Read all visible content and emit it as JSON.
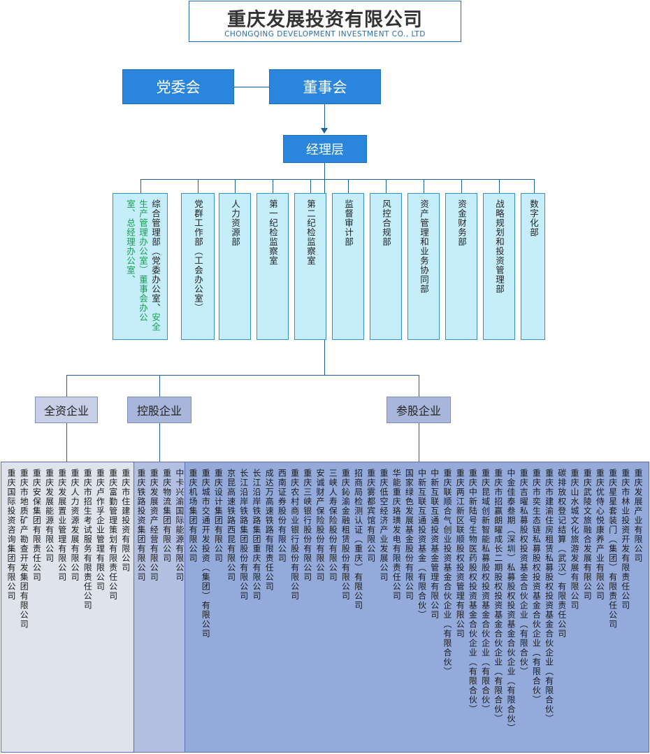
{
  "title": {
    "cn": "重庆发展投资有限公司",
    "en": "CHONGQING DEVELOPMENT INVESTMENT CO., LTD"
  },
  "leaders": {
    "party": "党委会",
    "board": "董事会",
    "mgmt": "经理层"
  },
  "departments": [
    {
      "main": "综合管理部（党委办公室、",
      "sub": "安全生产管理办公室）董事会办公室、总经理办公室、"
    },
    {
      "main": "党群工作部（工会办公室）",
      "sub": ""
    },
    {
      "main": "人力资源部",
      "sub": ""
    },
    {
      "main": "第一纪检监察室",
      "sub": ""
    },
    {
      "main": "第二纪检监察室",
      "sub": ""
    },
    {
      "main": "监督审计部",
      "sub": ""
    },
    {
      "main": "风控合规部",
      "sub": ""
    },
    {
      "main": "资产管理和业务协同部",
      "sub": ""
    },
    {
      "main": "资金财务部",
      "sub": ""
    },
    {
      "main": "战略规划和投资管理部",
      "sub": ""
    },
    {
      "main": "数字化部",
      "sub": ""
    }
  ],
  "categories": {
    "wholly": "全资企业",
    "holding": "控股企业",
    "shareholding": "参股企业"
  },
  "wholly_owned": [
    "重庆国际投资咨询集团有限公司",
    "重庆市地质矿产勘查开发集团有限公司",
    "重庆安保集团有限责任公司",
    "重庆发展能源有限公司",
    "重庆发展置业管理有限公司",
    "重庆人力资源发展有限公司",
    "重庆市招生考试服务有限责任公司",
    "重庆卢作孚企业管理有限公司",
    "重庆富勤管理策划有限责任公司",
    "重庆市住建投资有限公司"
  ],
  "holding": [
    "重庆铁路投资集团有限公司",
    "重庆发展资产经营有限公司",
    "重庆物流集团有限公司",
    "中卡兴渝国际能源有限公司"
  ],
  "shareholding": [
    "重庆机场集团有限公司",
    "重庆城市交通开发投资（集团）有限公司",
    "重庆设计集团有限公司",
    "京昆高速铁路西昆有限公司",
    "长江沿岸铁路集团股份有限公司",
    "长江沿岸铁路集团重庆有限公司",
    "成达万高速铁路有限责任公司",
    "西南证券股份有限公司",
    "重庆农村商业银行股份有限公司",
    "重庆三峡银行股份有限公司",
    "安诚财产保险股份有限公司",
    "三峡人寿保险股份有限公司",
    "重庆鈊渝金融租赁股份有限公司",
    "招商局检测认证（重庆）有限公司",
    "重庆雾都宾馆有限公司",
    "重庆低空经济产业发展公司",
    "华能重庆珞璜发电有限责任公司",
    "国家绿色发展基金股份有限公司",
    "中新互联互通投资基金（有限合伙）",
    "中新互联互通投资基金管理有限公司",
    "重庆联顺合气创业投资基金合伙企业（有限合伙）",
    "重庆两江新区联顺股权投资管理有限公司",
    "重庆中新陆号生物医药股权投资基金合伙企业（有限合伙）",
    "重庆昆域创新智能私募股权投资基金合伙企业（有限合伙）",
    "重庆市招赢朗曜成长二期股权投资基金合伙企业（有限合伙）",
    "中金佳泰叁期（深圳）私募股权投资基金合伙企业（有限合伙）",
    "重庆吉曜私募股权投资基金合伙企业（有限合伙）",
    "重庆市奕生态链私募股权投资基金合伙企业（有限合伙）",
    "重庆市建渝住房租赁私募股权投资基金合伙企业（有限合伙）",
    "碳排放权登记结算（武汉）有限责任公司",
    "重庆山水城文化旅游发展有限公司",
    "重庆武陵文旅融合发展有限公司",
    "重庆优侍心悦康养产业有限公司",
    "重庆星星套装门（集团）有限责任公司",
    "重庆市林业投资开发有限责任公司",
    "重庆发展产业有限公司"
  ],
  "colors": {
    "leader_blue": "#2a86dc",
    "dept_fill": "#c5edfa",
    "wholly_panel": "#dfe3ec",
    "holding_panel": "#b4c0e2",
    "share_panel": "#93aada",
    "category_fill": "#c7cfe6",
    "subtitle_green": "#14a24a"
  }
}
